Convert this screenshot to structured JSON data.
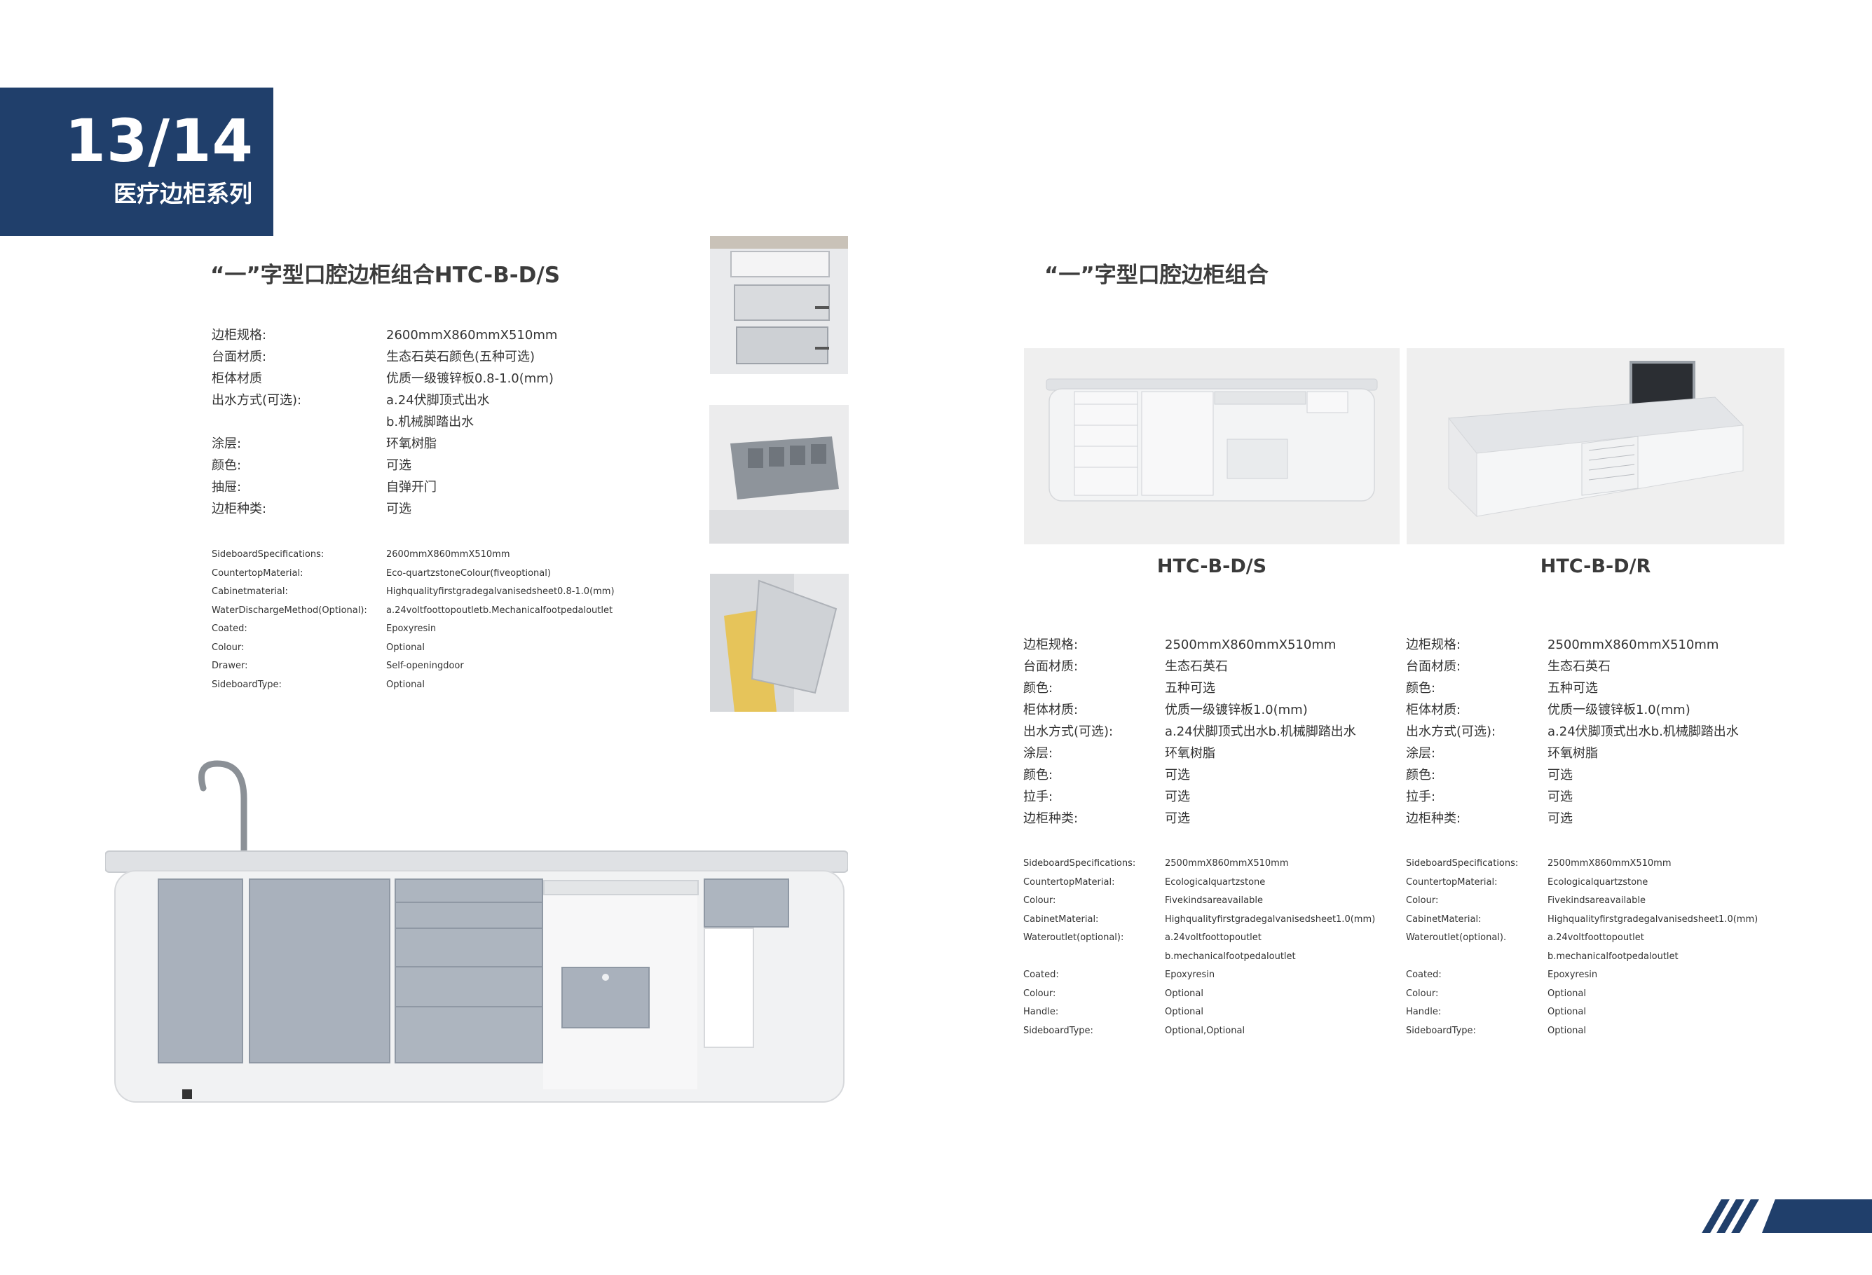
{
  "page_badge": {
    "number": "13/14",
    "series": "医疗边柜系列"
  },
  "left": {
    "title": "“一”字型口腔边柜组合HTC-B-D/S",
    "specs_cn": [
      {
        "label": "边柜规格:",
        "value": "2600mmX860mmX510mm"
      },
      {
        "label": "台面材质:",
        "value": "生态石英石颜色(五种可选)"
      },
      {
        "label": "柜体材质",
        "value": "优质一级镀锌板0.8-1.0(mm)"
      },
      {
        "label": "出水方式(可选):",
        "value": "a.24伏脚顶式出水"
      },
      {
        "label": "",
        "value": "b.机械脚踏出水"
      },
      {
        "label": "涂层:",
        "value": "环氧树脂"
      },
      {
        "label": "颜色:",
        "value": "可选"
      },
      {
        "label": "抽屉:",
        "value": "自弹开门"
      },
      {
        "label": "边柜种类:",
        "value": "可选"
      }
    ],
    "specs_en": [
      {
        "label": "SideboardSpecifications:",
        "value": "2600mmX860mmX510mm"
      },
      {
        "label": "CountertopMaterial:",
        "value": "Eco-quartzstoneColour(fiveoptional)"
      },
      {
        "label": "Cabinetmaterial:",
        "value": "Highqualityfirstgradegalvanisedsheet0.8-1.0(mm)"
      },
      {
        "label": "WaterDischargeMethod(Optional):",
        "value": "a.24voltfoottopoutletb.Mechanicalfootpedaloutlet"
      },
      {
        "label": "Coated:",
        "value": "Epoxyresin"
      },
      {
        "label": "Colour:",
        "value": "Optional"
      },
      {
        "label": "Drawer:",
        "value": "Self-openingdoor"
      },
      {
        "label": "SideboardType:",
        "value": "Optional"
      }
    ]
  },
  "right": {
    "title": "“一”字型口腔边柜组合",
    "products": [
      {
        "model": "HTC-B-D/S",
        "specs_cn": [
          {
            "label": "边柜规格:",
            "value": "2500mmX860mmX510mm"
          },
          {
            "label": "台面材质:",
            "value": "生态石英石"
          },
          {
            "label": "颜色:",
            "value": "五种可选"
          },
          {
            "label": "柜体材质:",
            "value": "优质一级镀锌板1.0(mm)"
          },
          {
            "label": "出水方式(可选):",
            "value": "a.24伏脚顶式出水b.机械脚踏出水"
          },
          {
            "label": "涂层:",
            "value": "环氧树脂"
          },
          {
            "label": "颜色:",
            "value": "可选"
          },
          {
            "label": "拉手:",
            "value": "可选"
          },
          {
            "label": "边柜种类:",
            "value": "可选"
          }
        ],
        "specs_en": [
          {
            "label": "SideboardSpecifications:",
            "value": "2500mmX860mmX510mm"
          },
          {
            "label": "CountertopMaterial:",
            "value": "Ecologicalquartzstone"
          },
          {
            "label": "Colour:",
            "value": "Fivekindsareavailable"
          },
          {
            "label": "CabinetMaterial:",
            "value": "Highqualityfirstgradegalvanisedsheet1.0(mm)"
          },
          {
            "label": "Wateroutlet(optional):",
            "value": "a.24voltfoottopoutlet"
          },
          {
            "label": "",
            "value": "b.mechanicalfootpedaloutlet"
          },
          {
            "label": "Coated:",
            "value": "Epoxyresin"
          },
          {
            "label": "Colour:",
            "value": "Optional"
          },
          {
            "label": "Handle:",
            "value": "Optional"
          },
          {
            "label": "SideboardType:",
            "value": "Optional,Optional"
          }
        ]
      },
      {
        "model": "HTC-B-D/R",
        "specs_cn": [
          {
            "label": "边柜规格:",
            "value": "2500mmX860mmX510mm"
          },
          {
            "label": "台面材质:",
            "value": "生态石英石"
          },
          {
            "label": "颜色:",
            "value": "五种可选"
          },
          {
            "label": "柜体材质:",
            "value": "优质一级镀锌板1.0(mm)"
          },
          {
            "label": "出水方式(可选):",
            "value": "a.24伏脚顶式出水b.机械脚踏出水"
          },
          {
            "label": "涂层:",
            "value": "环氧树脂"
          },
          {
            "label": "颜色:",
            "value": "可选"
          },
          {
            "label": "拉手:",
            "value": "可选"
          },
          {
            "label": "边柜种类:",
            "value": "可选"
          }
        ],
        "specs_en": [
          {
            "label": "SideboardSpecifications:",
            "value": "2500mmX860mmX510mm"
          },
          {
            "label": "CountertopMaterial:",
            "value": "Ecologicalquartzstone"
          },
          {
            "label": "Colour:",
            "value": "Fivekindsareavailable"
          },
          {
            "label": "CabinetMaterial:",
            "value": "Highqualityfirstgradegalvanisedsheet1.0(mm)"
          },
          {
            "label": "Wateroutlet(optional).",
            "value": "a.24voltfoottopoutlet"
          },
          {
            "label": "",
            "value": "b.mechanicalfootpedaloutlet"
          },
          {
            "label": "Coated:",
            "value": "Epoxyresin"
          },
          {
            "label": "Colour:",
            "value": "Optional"
          },
          {
            "label": "Handle:",
            "value": "Optional"
          },
          {
            "label": "SideboardType:",
            "value": "Optional"
          }
        ]
      }
    ]
  },
  "colors": {
    "brand_navy": "#203f6b",
    "cabinet_grey": "#a9b1bc",
    "text": "#333333"
  }
}
